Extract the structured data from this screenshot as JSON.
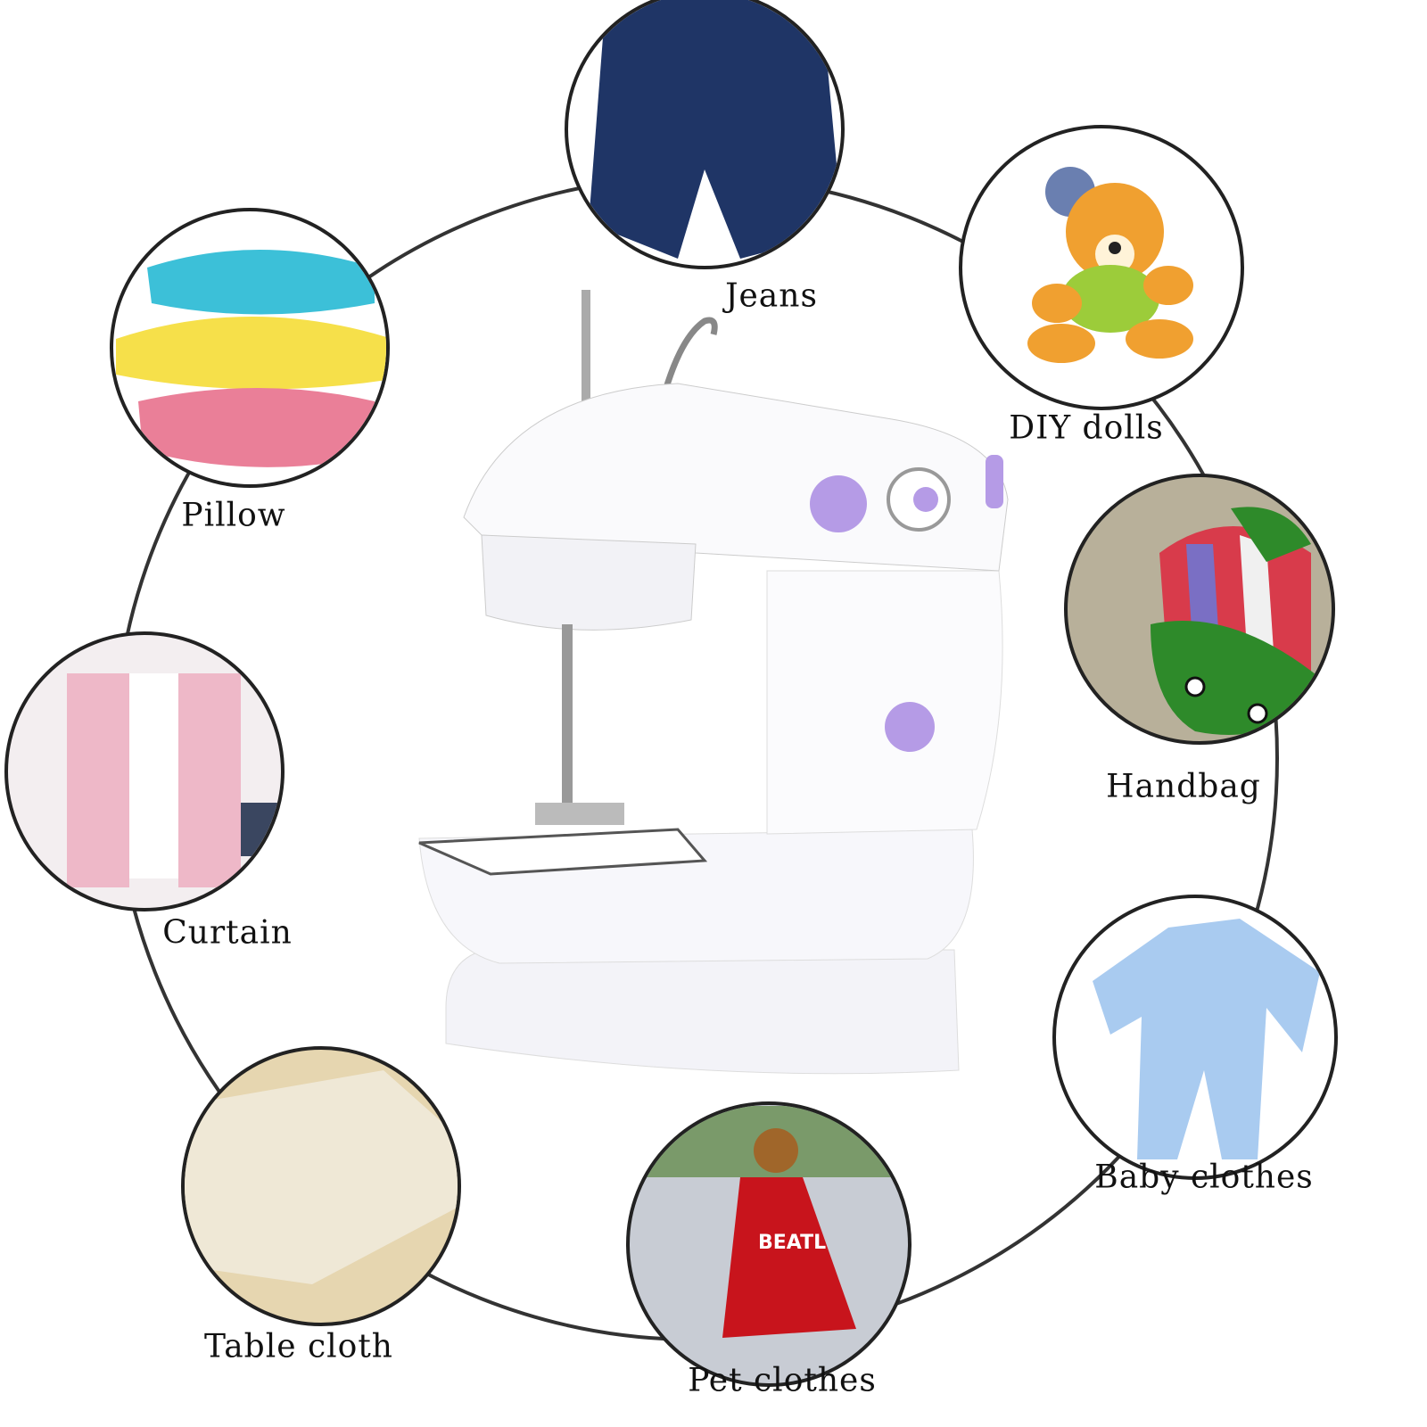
{
  "product": "sewing-machine",
  "uses": [
    {
      "id": "jeans",
      "label": "Jeans",
      "icon": "jeans-icon",
      "color": "#1f3566"
    },
    {
      "id": "diy-dolls",
      "label": "DIY dolls",
      "icon": "teddy-bear-icon",
      "color": "#f0a030"
    },
    {
      "id": "handbag",
      "label": "Handbag",
      "icon": "handbag-icon",
      "color": "#d83b4b"
    },
    {
      "id": "baby-clothes",
      "label": "Baby clothes",
      "icon": "baby-onesie-icon",
      "color": "#a9cbf0"
    },
    {
      "id": "pet-clothes",
      "label": "Pet clothes",
      "icon": "dog-shirt-icon",
      "color": "#c8141c",
      "shirt_text": "BEATL"
    },
    {
      "id": "table-cloth",
      "label": "Table cloth",
      "icon": "tablecloth-icon",
      "color": "#efe8d6"
    },
    {
      "id": "curtain",
      "label": "Curtain",
      "icon": "curtain-icon",
      "color": "#eeb8c8"
    },
    {
      "id": "pillow",
      "label": "Pillow",
      "icon": "pillow-icon",
      "color": "#f6e04a"
    }
  ],
  "accent_color": "#b59be6",
  "ring_color": "#333333"
}
